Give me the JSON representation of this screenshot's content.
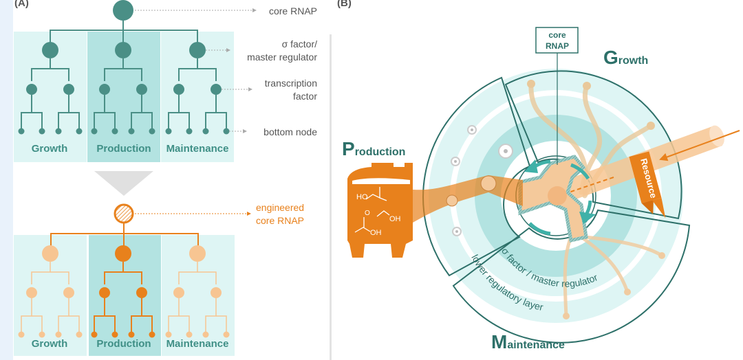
{
  "panel_a": {
    "label": "(A)",
    "top_annotations": {
      "core": "core RNAP",
      "sigma_line1": "σ factor/",
      "sigma_line2": "master regulator",
      "tf_line1": "transcription",
      "tf_line2": "factor",
      "bottom": "bottom node"
    },
    "bottom_annotations": {
      "engineered_line1": "engineered",
      "engineered_line2": "core RNAP"
    },
    "columns": [
      "Growth",
      "Production",
      "Maintenance"
    ],
    "highlighted_column": "Production"
  },
  "panel_b": {
    "label": "(B)",
    "core_box_line1": "core",
    "core_box_line2": "RNAP",
    "growth": {
      "initial": "G",
      "rest": "rowth"
    },
    "production": {
      "initial": "P",
      "rest": "roduction"
    },
    "maintenance": {
      "initial": "M",
      "rest": "aintenance"
    },
    "ring_labels": {
      "inner": "σ factor / master regulator",
      "outer": "lower regulatory layer"
    },
    "resource_label": "Resource",
    "chemicals": [
      "HO",
      "OH",
      "OH",
      "O"
    ]
  },
  "colors": {
    "teal": "#4a8f86",
    "teal_dark": "#2d7069",
    "light_teal": "#def5f4",
    "mid_teal": "#b3e3e1",
    "orange": "#e8811c",
    "light_orange": "#f7c592",
    "grey_text": "#555555"
  }
}
